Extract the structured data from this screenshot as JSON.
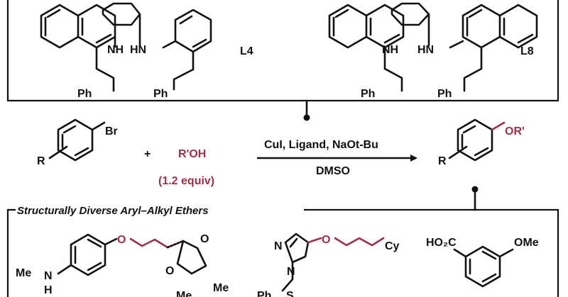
{
  "ligands": {
    "l4": {
      "label": "L4",
      "nh_left": "NH",
      "nh_right": "HN",
      "ph_left": "Ph",
      "ph_right": "Ph"
    },
    "l8": {
      "label": "L8",
      "nh_left": "NH",
      "nh_right": "HN",
      "ph_left": "Ph",
      "ph_right": "Ph"
    }
  },
  "reaction": {
    "substrate_br": "Br",
    "substrate_r": "R",
    "plus": "+",
    "alcohol": "R'OH",
    "alcohol_equiv": "(1.2 equiv)",
    "conditions_top": "CuI, Ligand, NaOt-Bu",
    "conditions_bottom": "DMSO",
    "product_or": "OR'",
    "product_r": "R"
  },
  "examples": {
    "section_title": "Structurally Diverse Aryl–Alkyl Ethers",
    "ex1_me": "Me",
    "ex1_n": "N",
    "ex1_h": "H",
    "ex1_o": "O",
    "ex1_ketal_o1": "O",
    "ex1_ketal_o2": "O",
    "ex1_me2": "Me",
    "ex1_me3": "Me",
    "ex2_n1": "N",
    "ex2_n2": "N",
    "ex2_o": "O",
    "ex2_cy": "Cy",
    "ex2_ph": "Ph",
    "ex2_s": "S",
    "ex3_ho2c": "HO₂C",
    "ex3_ome": "OMe"
  },
  "colors": {
    "ink": "#111111",
    "accent": "#9b3148"
  }
}
